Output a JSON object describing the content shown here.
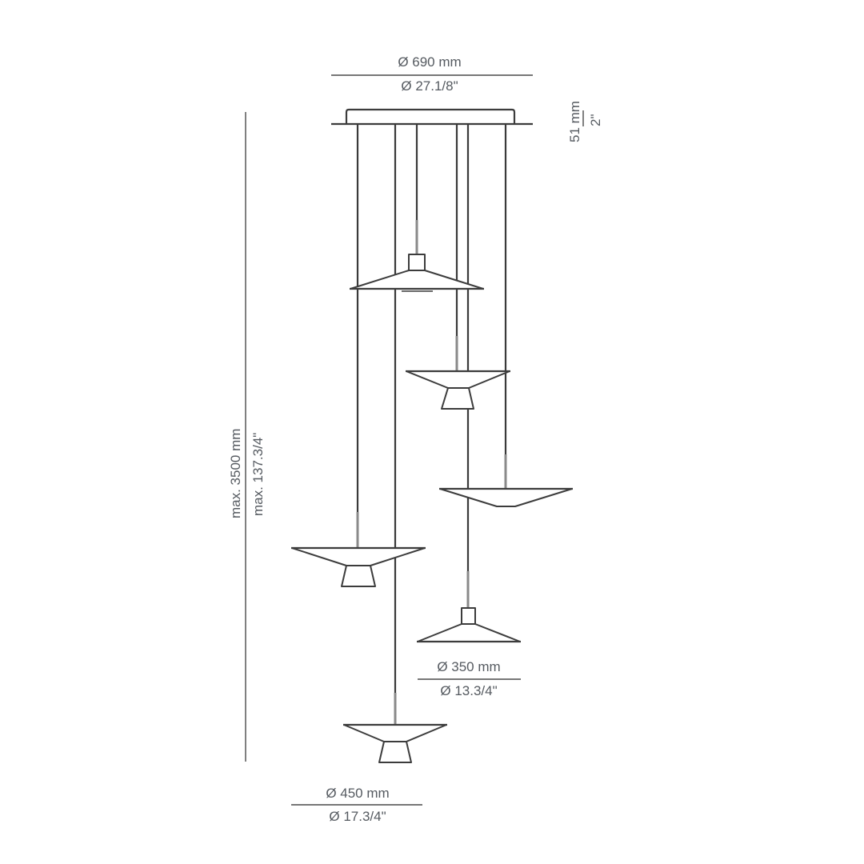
{
  "diagram": {
    "type": "technical-drawing",
    "subject": "multi-pendant lamp dimension drawing",
    "canopy": {
      "diameter_mm_label": "Ø  690 mm",
      "diameter_in_label": "Ø 27.1/8\"",
      "height_mm_label": "51 mm",
      "height_in_label": "2\""
    },
    "overall_height": {
      "mm_label": "max. 3500 mm",
      "in_label": "max. 137.3/4\""
    },
    "small_shade": {
      "diameter_mm_label": "Ø  350 mm",
      "diameter_in_label": "Ø 13.3/4\""
    },
    "large_shade": {
      "diameter_mm_label": "Ø  450 mm",
      "diameter_in_label": "Ø 17.3/4\""
    },
    "pendants": [
      {
        "id": "pendant-1",
        "style": "flat-cone-with-cap"
      },
      {
        "id": "pendant-2",
        "style": "bowl-with-diffuser"
      },
      {
        "id": "pendant-3",
        "style": "inverted-flat-dish"
      },
      {
        "id": "pendant-4",
        "style": "bowl-with-diffuser"
      },
      {
        "id": "pendant-5",
        "style": "flat-cone-with-cap"
      },
      {
        "id": "pendant-6",
        "style": "bowl-with-diffuser"
      }
    ]
  }
}
